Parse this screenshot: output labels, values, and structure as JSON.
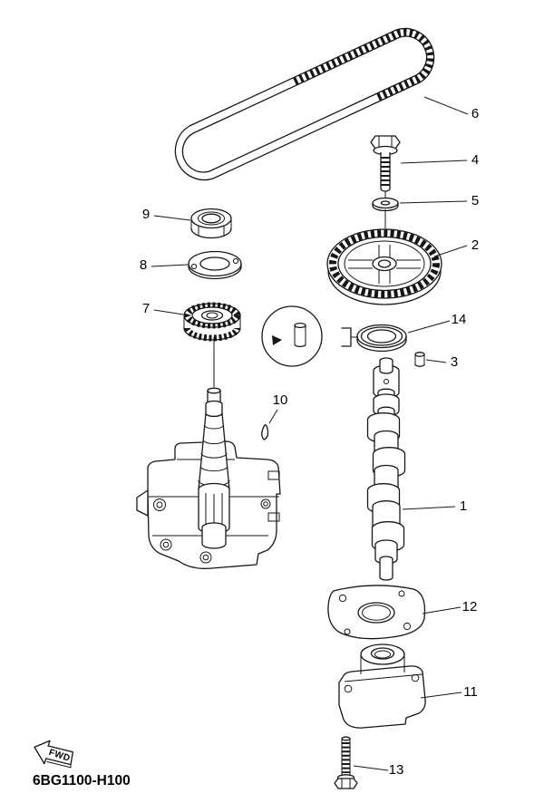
{
  "diagram": {
    "code": "6BG1100-H100",
    "fwd": "FWD",
    "callouts": [
      "1",
      "2",
      "3",
      "4",
      "5",
      "6",
      "7",
      "8",
      "9",
      "10",
      "11",
      "12",
      "13",
      "14"
    ]
  }
}
